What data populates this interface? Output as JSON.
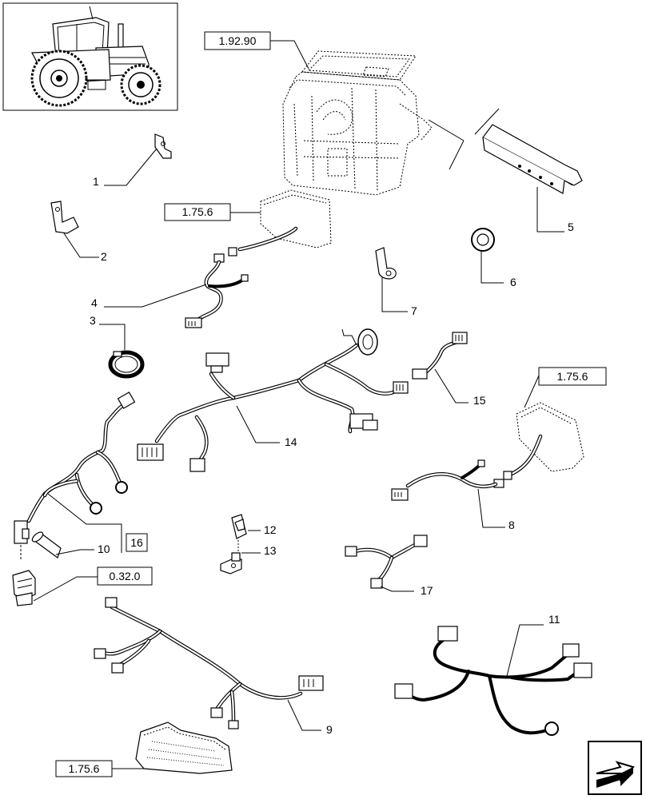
{
  "callouts": {
    "c1": "1",
    "c2": "2",
    "c3": "3",
    "c4": "4",
    "c5": "5",
    "c6": "6",
    "c7": "7",
    "c8": "8",
    "c9": "9",
    "c10": "10",
    "c11": "11",
    "c12": "12",
    "c13": "13",
    "c14": "14",
    "c15": "15",
    "c17": "17"
  },
  "refs": {
    "cab": "1.92.90",
    "lamp_top": "1.75.6",
    "lamp_right": "1.75.6",
    "lamp_bottom": "1.75.6",
    "switch": "0.32.0",
    "group16": "16"
  },
  "icons": {
    "thumbnail": "tractor-icon",
    "nav": "next-page-arrow-icon"
  }
}
